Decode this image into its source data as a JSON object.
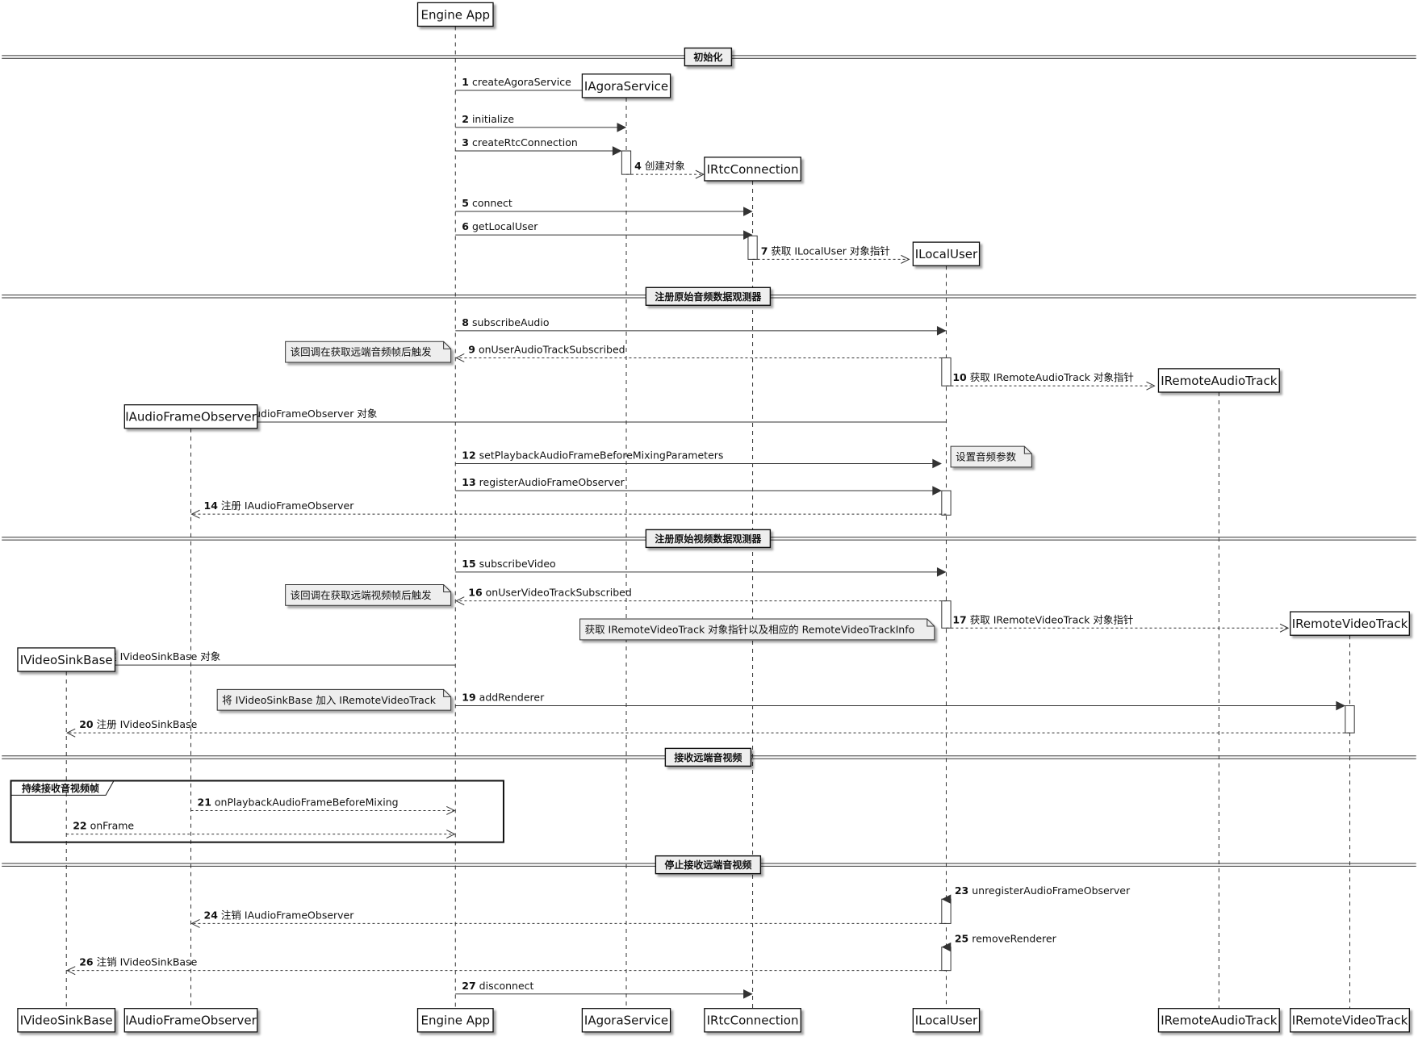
{
  "participants": [
    {
      "id": "vsink",
      "label": "IVideoSinkBase"
    },
    {
      "id": "afo",
      "label": "IAudioFrameObserver"
    },
    {
      "id": "app",
      "label": "Engine App"
    },
    {
      "id": "svc",
      "label": "IAgoraService"
    },
    {
      "id": "rtc",
      "label": "IRtcConnection"
    },
    {
      "id": "lu",
      "label": "ILocalUser"
    },
    {
      "id": "rat",
      "label": "IRemoteAudioTrack"
    },
    {
      "id": "rvt",
      "label": "IRemoteVideoTrack"
    }
  ],
  "sections": [
    "初始化",
    "注册原始音频数据观测器",
    "注册原始视频数据观测器",
    "接收远端音视频",
    "停止接收远端音视频"
  ],
  "messages": [
    {
      "n": "1",
      "text": "createAgoraService",
      "from": "app",
      "to": "svc",
      "dashed": false
    },
    {
      "n": "2",
      "text": "initialize",
      "from": "app",
      "to": "svc",
      "dashed": false
    },
    {
      "n": "3",
      "text": "createRtcConnection",
      "from": "app",
      "to": "svc",
      "dashed": false
    },
    {
      "n": "4",
      "text": "创建对象",
      "from": "svc",
      "to": "rtc",
      "dashed": true
    },
    {
      "n": "5",
      "text": "connect",
      "from": "app",
      "to": "rtc",
      "dashed": false
    },
    {
      "n": "6",
      "text": "getLocalUser",
      "from": "app",
      "to": "rtc",
      "dashed": false
    },
    {
      "n": "7",
      "text": "获取 ILocalUser 对象指针",
      "from": "rtc",
      "to": "lu",
      "dashed": true
    },
    {
      "n": "8",
      "text": "subscribeAudio",
      "from": "app",
      "to": "lu",
      "dashed": false
    },
    {
      "n": "9",
      "text": "onUserAudioTrackSubscribed",
      "from": "lu",
      "to": "app",
      "dashed": true
    },
    {
      "n": "10",
      "text": "获取 IRemoteAudioTrack 对象指针",
      "from": "lu",
      "to": "rat",
      "dashed": true
    },
    {
      "n": "11",
      "text": "创建 IAudioFrameObserver 对象",
      "from": "app",
      "to": "afo",
      "dashed": false
    },
    {
      "n": "12",
      "text": "setPlaybackAudioFrameBeforeMixingParameters",
      "from": "app",
      "to": "lu",
      "dashed": false
    },
    {
      "n": "13",
      "text": "registerAudioFrameObserver",
      "from": "app",
      "to": "lu",
      "dashed": false
    },
    {
      "n": "14",
      "text": "注册 IAudioFrameObserver",
      "from": "lu",
      "to": "afo",
      "dashed": true
    },
    {
      "n": "15",
      "text": "subscribeVideo",
      "from": "app",
      "to": "lu",
      "dashed": false
    },
    {
      "n": "16",
      "text": "onUserVideoTrackSubscribed",
      "from": "lu",
      "to": "app",
      "dashed": true
    },
    {
      "n": "17",
      "text": "获取 IRemoteVideoTrack 对象指针",
      "from": "lu",
      "to": "rvt",
      "dashed": true
    },
    {
      "n": "18",
      "text": "创建 IVideoSinkBase 对象",
      "from": "app",
      "to": "vsink",
      "dashed": false
    },
    {
      "n": "19",
      "text": "addRenderer",
      "from": "app",
      "to": "rvt",
      "dashed": false
    },
    {
      "n": "20",
      "text": "注册 IVideoSinkBase",
      "from": "rvt",
      "to": "vsink",
      "dashed": true
    },
    {
      "n": "21",
      "text": "onPlaybackAudioFrameBeforeMixing",
      "from": "afo",
      "to": "app",
      "dashed": true
    },
    {
      "n": "22",
      "text": "onFrame",
      "from": "vsink",
      "to": "app",
      "dashed": true
    },
    {
      "n": "23",
      "text": "unregisterAudioFrameObserver",
      "from": "app",
      "to": "lu",
      "dashed": false
    },
    {
      "n": "24",
      "text": "注销 IAudioFrameObserver",
      "from": "lu",
      "to": "afo",
      "dashed": true
    },
    {
      "n": "25",
      "text": "removeRenderer",
      "from": "app",
      "to": "lu",
      "dashed": false
    },
    {
      "n": "26",
      "text": "注销 IVideoSinkBase",
      "from": "lu",
      "to": "vsink",
      "dashed": true
    },
    {
      "n": "27",
      "text": "disconnect",
      "from": "app",
      "to": "rtc",
      "dashed": false
    }
  ],
  "notes": [
    "该回调在获取远端音频帧后触发",
    "设置音频参数",
    "该回调在获取远端视频帧后触发",
    "获取 IRemoteVideoTrack 对象指针以及相应的 RemoteVideoTrackInfo",
    "将 IVideoSinkBase 加入 IRemoteVideoTrack"
  ],
  "loop": {
    "label": "持续接收音视频帧"
  }
}
